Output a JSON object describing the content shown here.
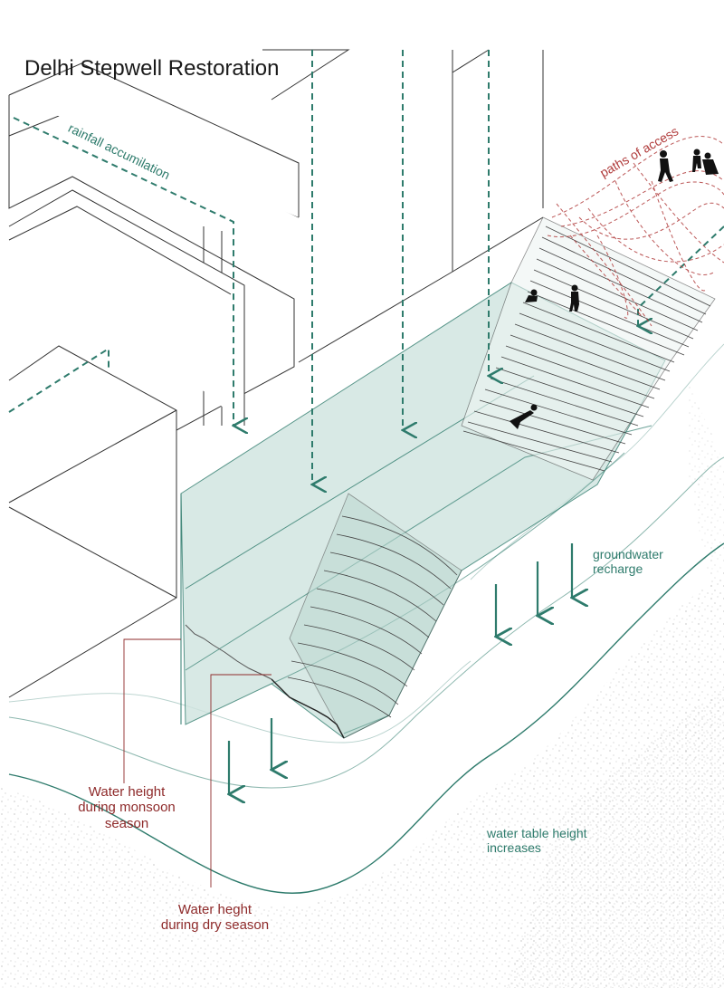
{
  "title": "Delhi Stepwell Restoration",
  "labels": {
    "rainfall": "rainfall accumilation",
    "paths": "paths of access",
    "groundwater_line1": "groundwater",
    "groundwater_line2": "recharge",
    "water_table_line1": "water table height",
    "water_table_line2": "increases",
    "monsoon_line1": "Water height",
    "monsoon_line2": "during monsoon",
    "monsoon_line3": "season",
    "dry_line1": "Water heght",
    "dry_line2": "during dry season"
  },
  "colors": {
    "teal": "#2e7b6c",
    "water_fill": "#cfe4df",
    "access_red": "#b03a3a",
    "label_red": "#8e2a2a",
    "linework": "#333333"
  }
}
